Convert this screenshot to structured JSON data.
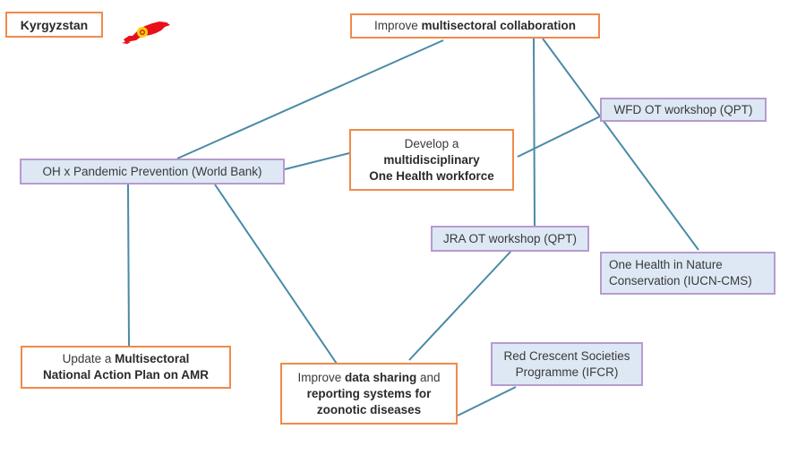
{
  "title": "Kyrgyzstan",
  "flag_icon": "kyrgyzstan-map-flag",
  "colors": {
    "action_border": "#f08a4b",
    "program_border": "#b89ad0",
    "program_fill": "#dde8f4",
    "edge": "#4a8aa6",
    "flag_red": "#e8101a",
    "flag_yellow": "#f5d20a"
  },
  "nodes": {
    "multisectoral": {
      "parts": [
        {
          "text": "Improve ",
          "bold": false
        },
        {
          "text": "multisectoral collaboration",
          "bold": true
        }
      ]
    },
    "workforce": {
      "lines": [
        [
          {
            "text": "Develop a",
            "bold": false
          }
        ],
        [
          {
            "text": "multidisciplinary",
            "bold": true
          }
        ],
        [
          {
            "text": "One Health workforce",
            "bold": true
          }
        ]
      ]
    },
    "wfd": {
      "text": "WFD OT workshop (QPT)"
    },
    "oh_pandemic": {
      "text": "OH x Pandemic Prevention (World Bank)"
    },
    "jra": {
      "text": "JRA OT workshop (QPT)"
    },
    "iucn": {
      "lines": [
        "One Health in Nature",
        "Conservation (IUCN-CMS)"
      ]
    },
    "amr": {
      "lines": [
        [
          {
            "text": "Update a ",
            "bold": false
          },
          {
            "text": "Multisectoral",
            "bold": true
          }
        ],
        [
          {
            "text": "National Action Plan on AMR",
            "bold": true
          }
        ]
      ]
    },
    "data_sharing": {
      "lines": [
        [
          {
            "text": "Improve ",
            "bold": false
          },
          {
            "text": "data sharing",
            "bold": true
          },
          {
            "text": " and",
            "bold": false
          }
        ],
        [
          {
            "text": "reporting systems for",
            "bold": true
          }
        ],
        [
          {
            "text": "zoonotic diseases",
            "bold": true
          }
        ]
      ]
    },
    "red_crescent": {
      "lines": [
        "Red Crescent Societies",
        "Programme (IFCR)"
      ]
    }
  },
  "edges": [
    [
      "multisectoral",
      "oh_pandemic"
    ],
    [
      "multisectoral",
      "jra"
    ],
    [
      "multisectoral",
      "iucn"
    ],
    [
      "oh_pandemic",
      "workforce"
    ],
    [
      "workforce",
      "wfd"
    ],
    [
      "oh_pandemic",
      "amr"
    ],
    [
      "oh_pandemic",
      "data_sharing"
    ],
    [
      "jra",
      "data_sharing"
    ],
    [
      "data_sharing",
      "red_crescent"
    ]
  ]
}
